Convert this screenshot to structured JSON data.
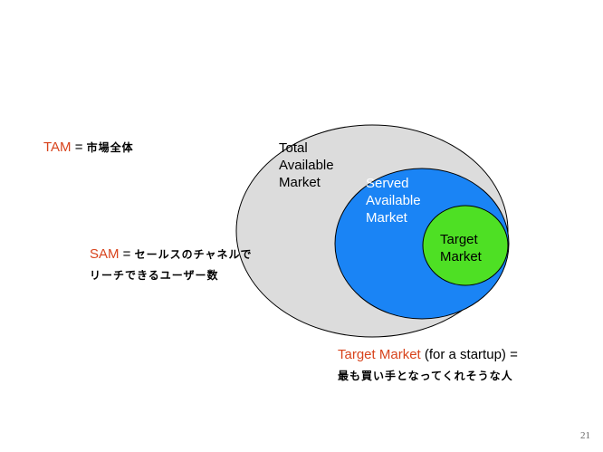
{
  "diagram": {
    "tam_circle_fill": "#dcdcdc",
    "sam_circle_fill": "#1a84f5",
    "target_circle_fill": "#4ee024",
    "outline_color": "#000000",
    "tam_text": [
      "Total",
      "Available",
      "Market"
    ],
    "sam_text": [
      "Served",
      "Available",
      "Market"
    ],
    "target_text": [
      "Target",
      "Market"
    ]
  },
  "annotations": {
    "tam": {
      "term": "TAM",
      "equals": " = ",
      "desc": "市場全体"
    },
    "sam": {
      "term": "SAM",
      "equals": " = ",
      "desc_line1": "セールスのチャネルで",
      "desc_line2": "リーチできるユーザー数"
    },
    "target": {
      "term": "Target Market",
      "rest": " (for a startup) = ",
      "desc": "最も買い手となってくれそうな人"
    }
  },
  "accent_color": "#d8431c",
  "page_number": "21"
}
